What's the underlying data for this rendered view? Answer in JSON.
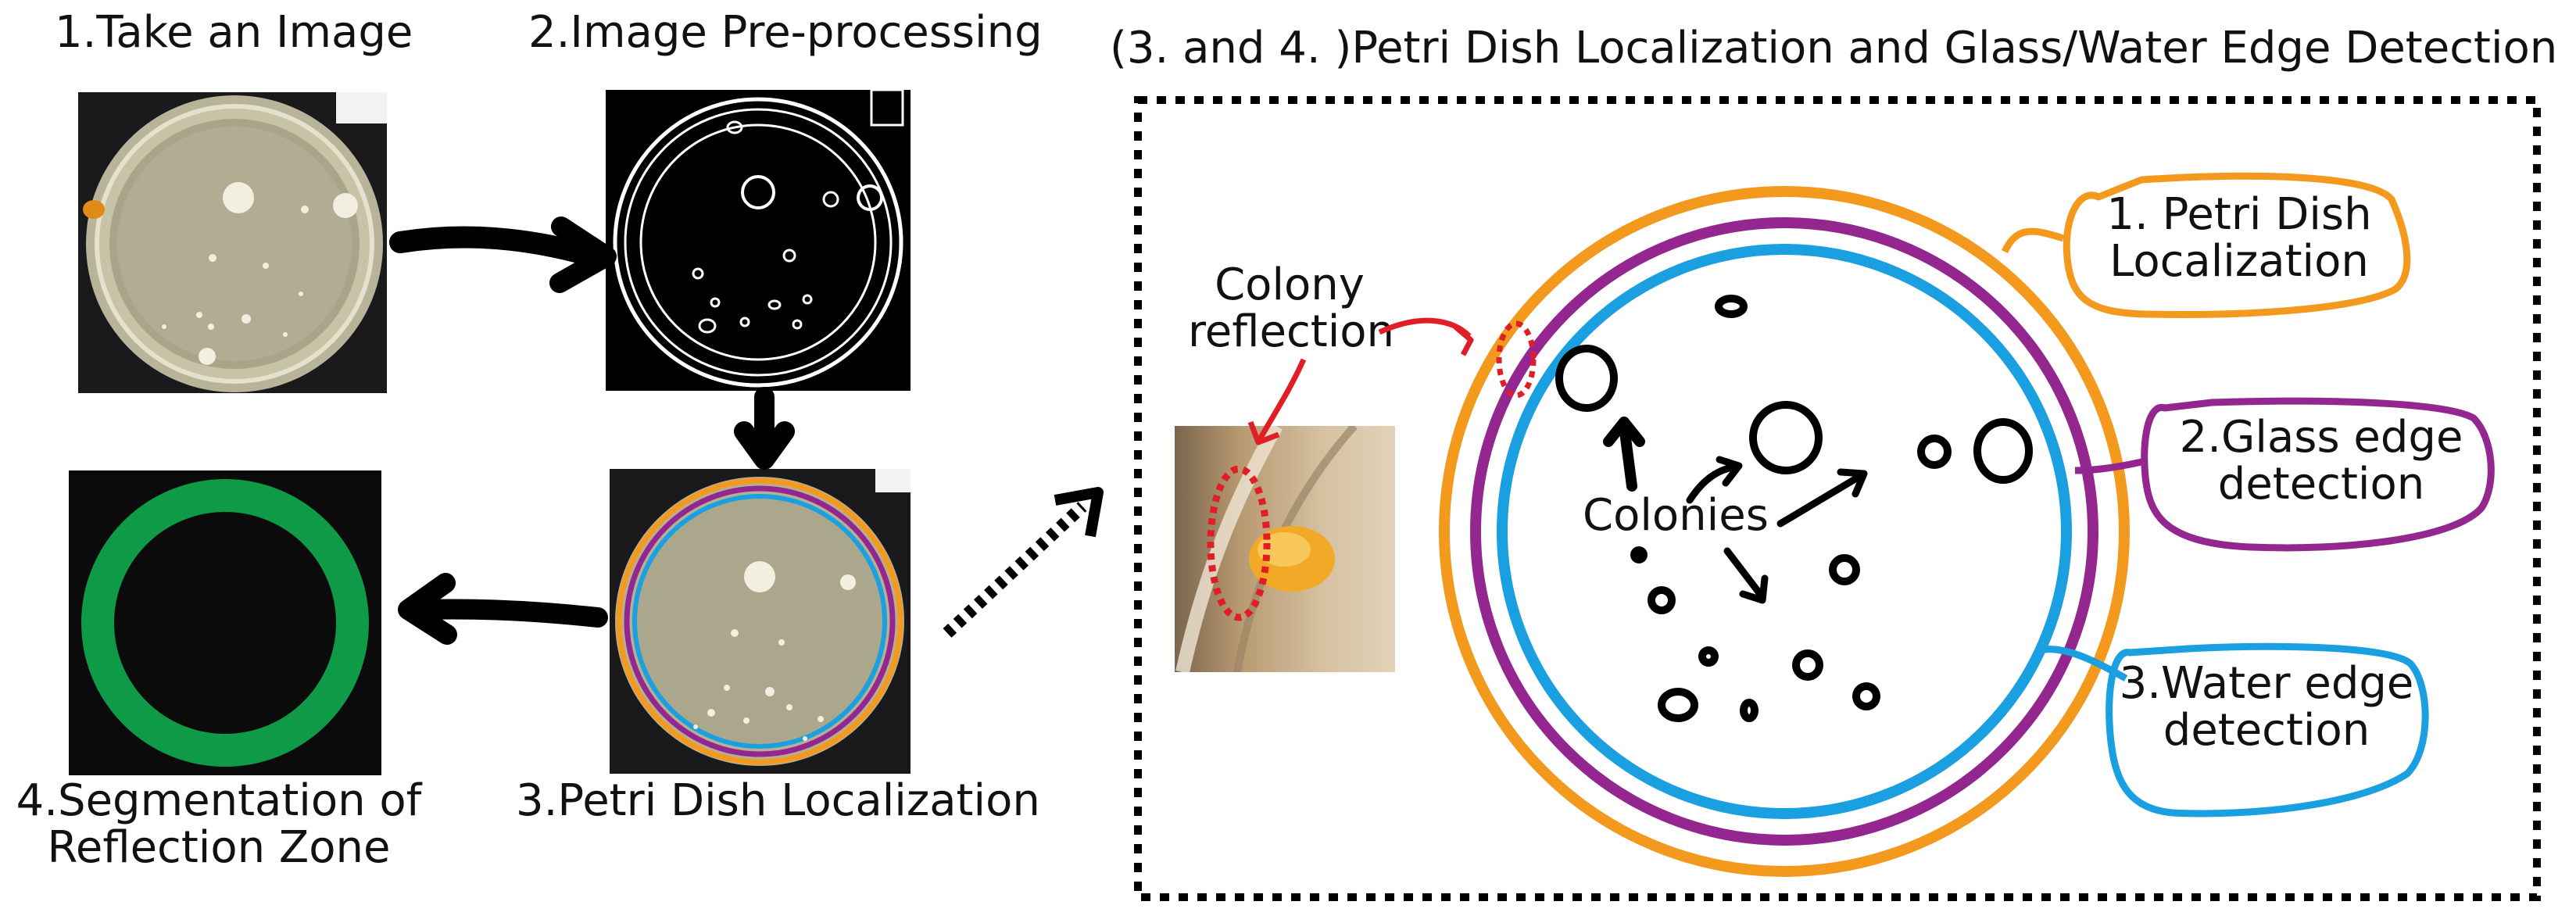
{
  "steps": {
    "step1": "1.Take an Image",
    "step2": "2.Image Pre-processing",
    "step3": "3.Petri Dish Localization",
    "step4_line1": "4.Segmentation of",
    "step4_line2": "Reflection Zone"
  },
  "detail": {
    "title": "(3. and 4. )Petri Dish Localization and Glass/Water Edge Detection",
    "colony_reflection_line1": "Colony",
    "colony_reflection_line2": "reflection",
    "colonies": "Colonies",
    "callouts": {
      "petri_line1": "1. Petri Dish",
      "petri_line2": "Localization",
      "glass_line1": "2.Glass edge",
      "glass_line2": "detection",
      "water_line1": "3.Water edge",
      "water_line2": "detection"
    }
  },
  "colors": {
    "orange": "#f39a1e",
    "purple": "#93278f",
    "blue": "#1a9fe0",
    "green": "#0f9a48",
    "red": "#e01e26",
    "black": "#000000"
  }
}
